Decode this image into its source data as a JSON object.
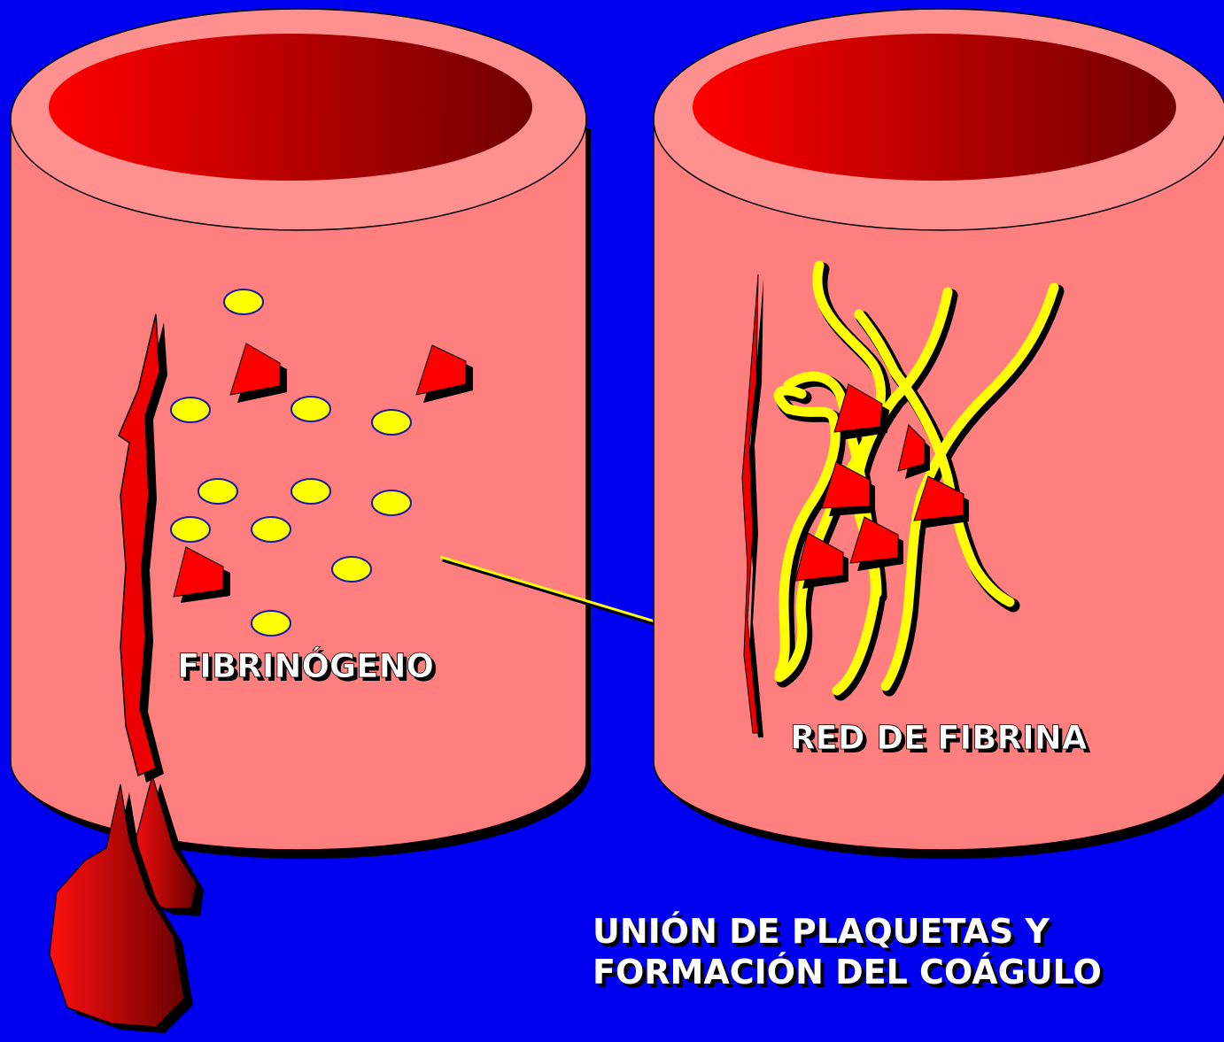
{
  "labels": {
    "fibrinogen": "FIBRINÓGENO",
    "fibrin_net": "RED DE FIBRINA",
    "caption_line1": "UNIÓN DE PLAQUETAS Y",
    "caption_line2": "FORMACIÓN DEL COÁGULO"
  },
  "colors": {
    "background": "#0000f0",
    "vessel_wall": "#ff7f7f",
    "vessel_rim": "#ff9090",
    "vessel_lumen_light": "#ff0000",
    "vessel_lumen_dark": "#700000",
    "platelet": "#ff0000",
    "fibrinogen_molecule": "#ffff00",
    "fibrin_strand": "#ffff00",
    "label_text": "#ffffff"
  }
}
